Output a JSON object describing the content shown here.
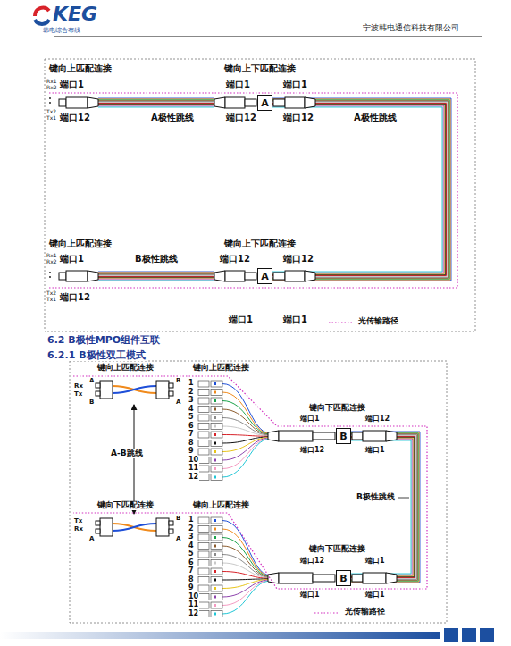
{
  "diagram": {
    "nodes": [
      {
        "text": [
          "A"
        ]
      },
      {
        "text": [
          "A"
        ]
      },
      {
        "text": [
          "B"
        ]
      },
      {
        "text": [
          "B"
        ]
      }
    ],
    "edges": [
      {
        "from": 0,
        "to": 1,
        "arrow": "none"
      },
      {
        "from": 2,
        "to": 3,
        "arrow": "none"
      }
    ],
    "labels": [
      "KEG",
      "韩电综合布线",
      "宁波韩电通信科技有限公司",
      "键向上匹配连接",
      "键向上下匹配连接",
      "Rx1",
      "Rx2",
      "端口1",
      "Tx2",
      "Tx1",
      "端口12",
      "A极性跳线",
      "端口1",
      "端口1",
      "端口12",
      "端口12",
      "A极性跳线",
      "键向上匹配连接",
      "键向上下匹配连接",
      "Rx1",
      "Rx2",
      "端口1",
      "B极性跳线",
      "端口12",
      "端口12",
      "Tx2",
      "Tx1",
      "端口12",
      "端口1",
      "端口1",
      "6.2 B极性MPO组件互联",
      "6.2.1 B极性双工模式",
      "键向上匹配连接",
      "键向上匹配连接",
      "A",
      "Rx",
      "Tx",
      "B",
      "B",
      "A",
      "A-B跳线",
      "键向下匹配连接",
      "键向上匹配连接",
      "Tx",
      "Rx",
      "A",
      "B",
      "A",
      "1",
      "2",
      "3",
      "4",
      "5",
      "6",
      "7",
      "8",
      "9",
      "10",
      "11",
      "12",
      "1",
      "2",
      "3",
      "4",
      "5",
      "6",
      "7",
      "8",
      "9",
      "10",
      "11",
      "12",
      "键向下匹配连接",
      "端口1",
      "端口12",
      "端口12",
      "端口1",
      "B极性跳线",
      "键向下匹配连接",
      "端口12",
      "端口1",
      "端口1",
      "端口1"
    ],
    "legend": [
      {
        "text": "光传输路径"
      },
      {
        "text": "光传输路径"
      }
    ]
  }
}
